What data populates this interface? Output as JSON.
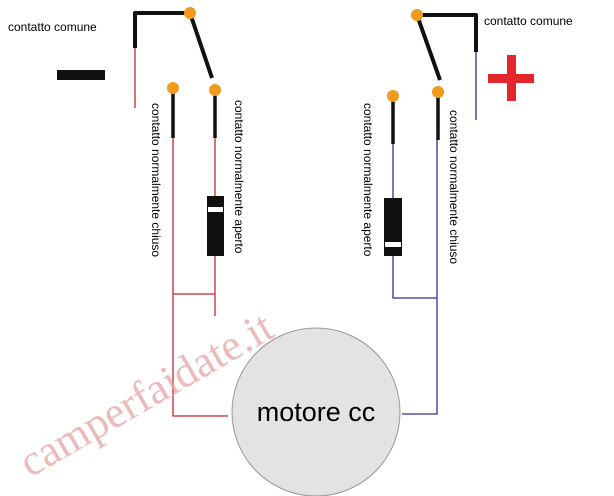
{
  "labels": {
    "left_common": "contatto comune",
    "right_common": "contatto comune",
    "left_nc": "contatto normalmente chiuso",
    "left_no": "contatto normalmente aperto",
    "right_no": "contatto normalmente aperto",
    "right_nc": "contatto normalmente chiuso",
    "motor": "motore cc",
    "minus": "−",
    "plus": "+",
    "watermark": "camperfaidate.it"
  },
  "colors": {
    "negative_wire": "#c0282d",
    "positive_wire": "#2f2f8f",
    "switch_lever": "#111111",
    "contact_dot": "#f29a1c",
    "motor_fill": "#e3e3e3",
    "diode_body": "#111111",
    "plus_sign": "#e3262a",
    "minus_sign": "#111111",
    "watermark": "#e8a3a3"
  }
}
